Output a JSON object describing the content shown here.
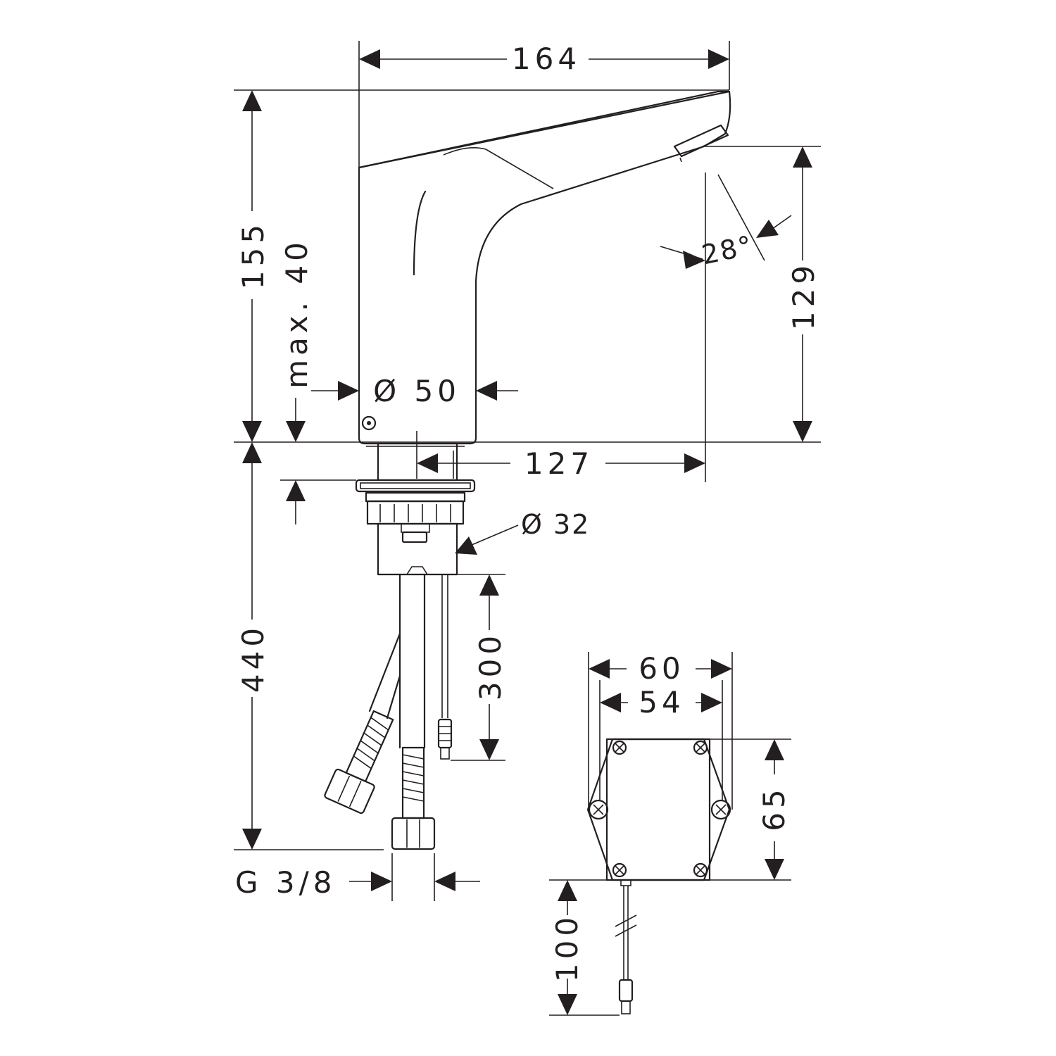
{
  "drawing": {
    "line_color": "#231f20",
    "background": "#ffffff",
    "dimensions": {
      "overall_length": "164",
      "overall_height": "155",
      "max_thickness": "max. 40",
      "spout_height": "129",
      "spout_angle": "28°",
      "body_diameter": "Ø 50",
      "spout_reach": "127",
      "shank_diameter": "Ø 32",
      "install_length": "440",
      "cable_length": "300",
      "connection": "G 3/8",
      "box_width_outer": "60",
      "box_width_inner": "54",
      "box_height": "65",
      "box_cable_length": "100"
    }
  }
}
